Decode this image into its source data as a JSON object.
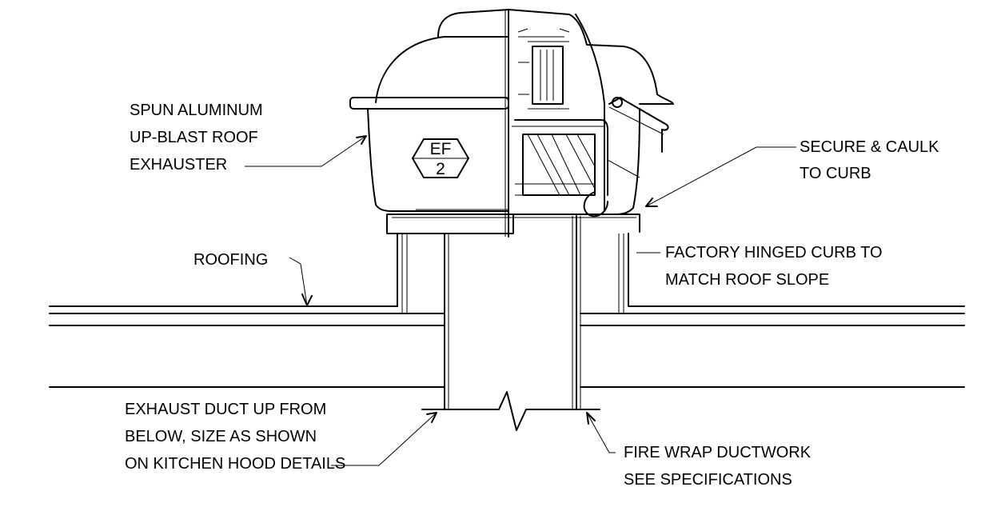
{
  "labels": {
    "exhauster": [
      "SPUN ALUMINUM",
      "UP-BLAST ROOF",
      "EXHAUSTER"
    ],
    "secure": [
      "SECURE & CAULK",
      "TO CURB"
    ],
    "roofing": "ROOFING",
    "curb": [
      "FACTORY HINGED CURB TO",
      "MATCH ROOF SLOPE"
    ],
    "duct": [
      "EXHAUST DUCT UP FROM",
      "BELOW, SIZE AS SHOWN",
      "ON KITCHEN HOOD DETAILS"
    ],
    "firewrap": [
      "FIRE WRAP DUCTWORK",
      "SEE SPECIFICATIONS"
    ]
  },
  "fan_tag": {
    "line1": "EF",
    "line2": "2"
  }
}
